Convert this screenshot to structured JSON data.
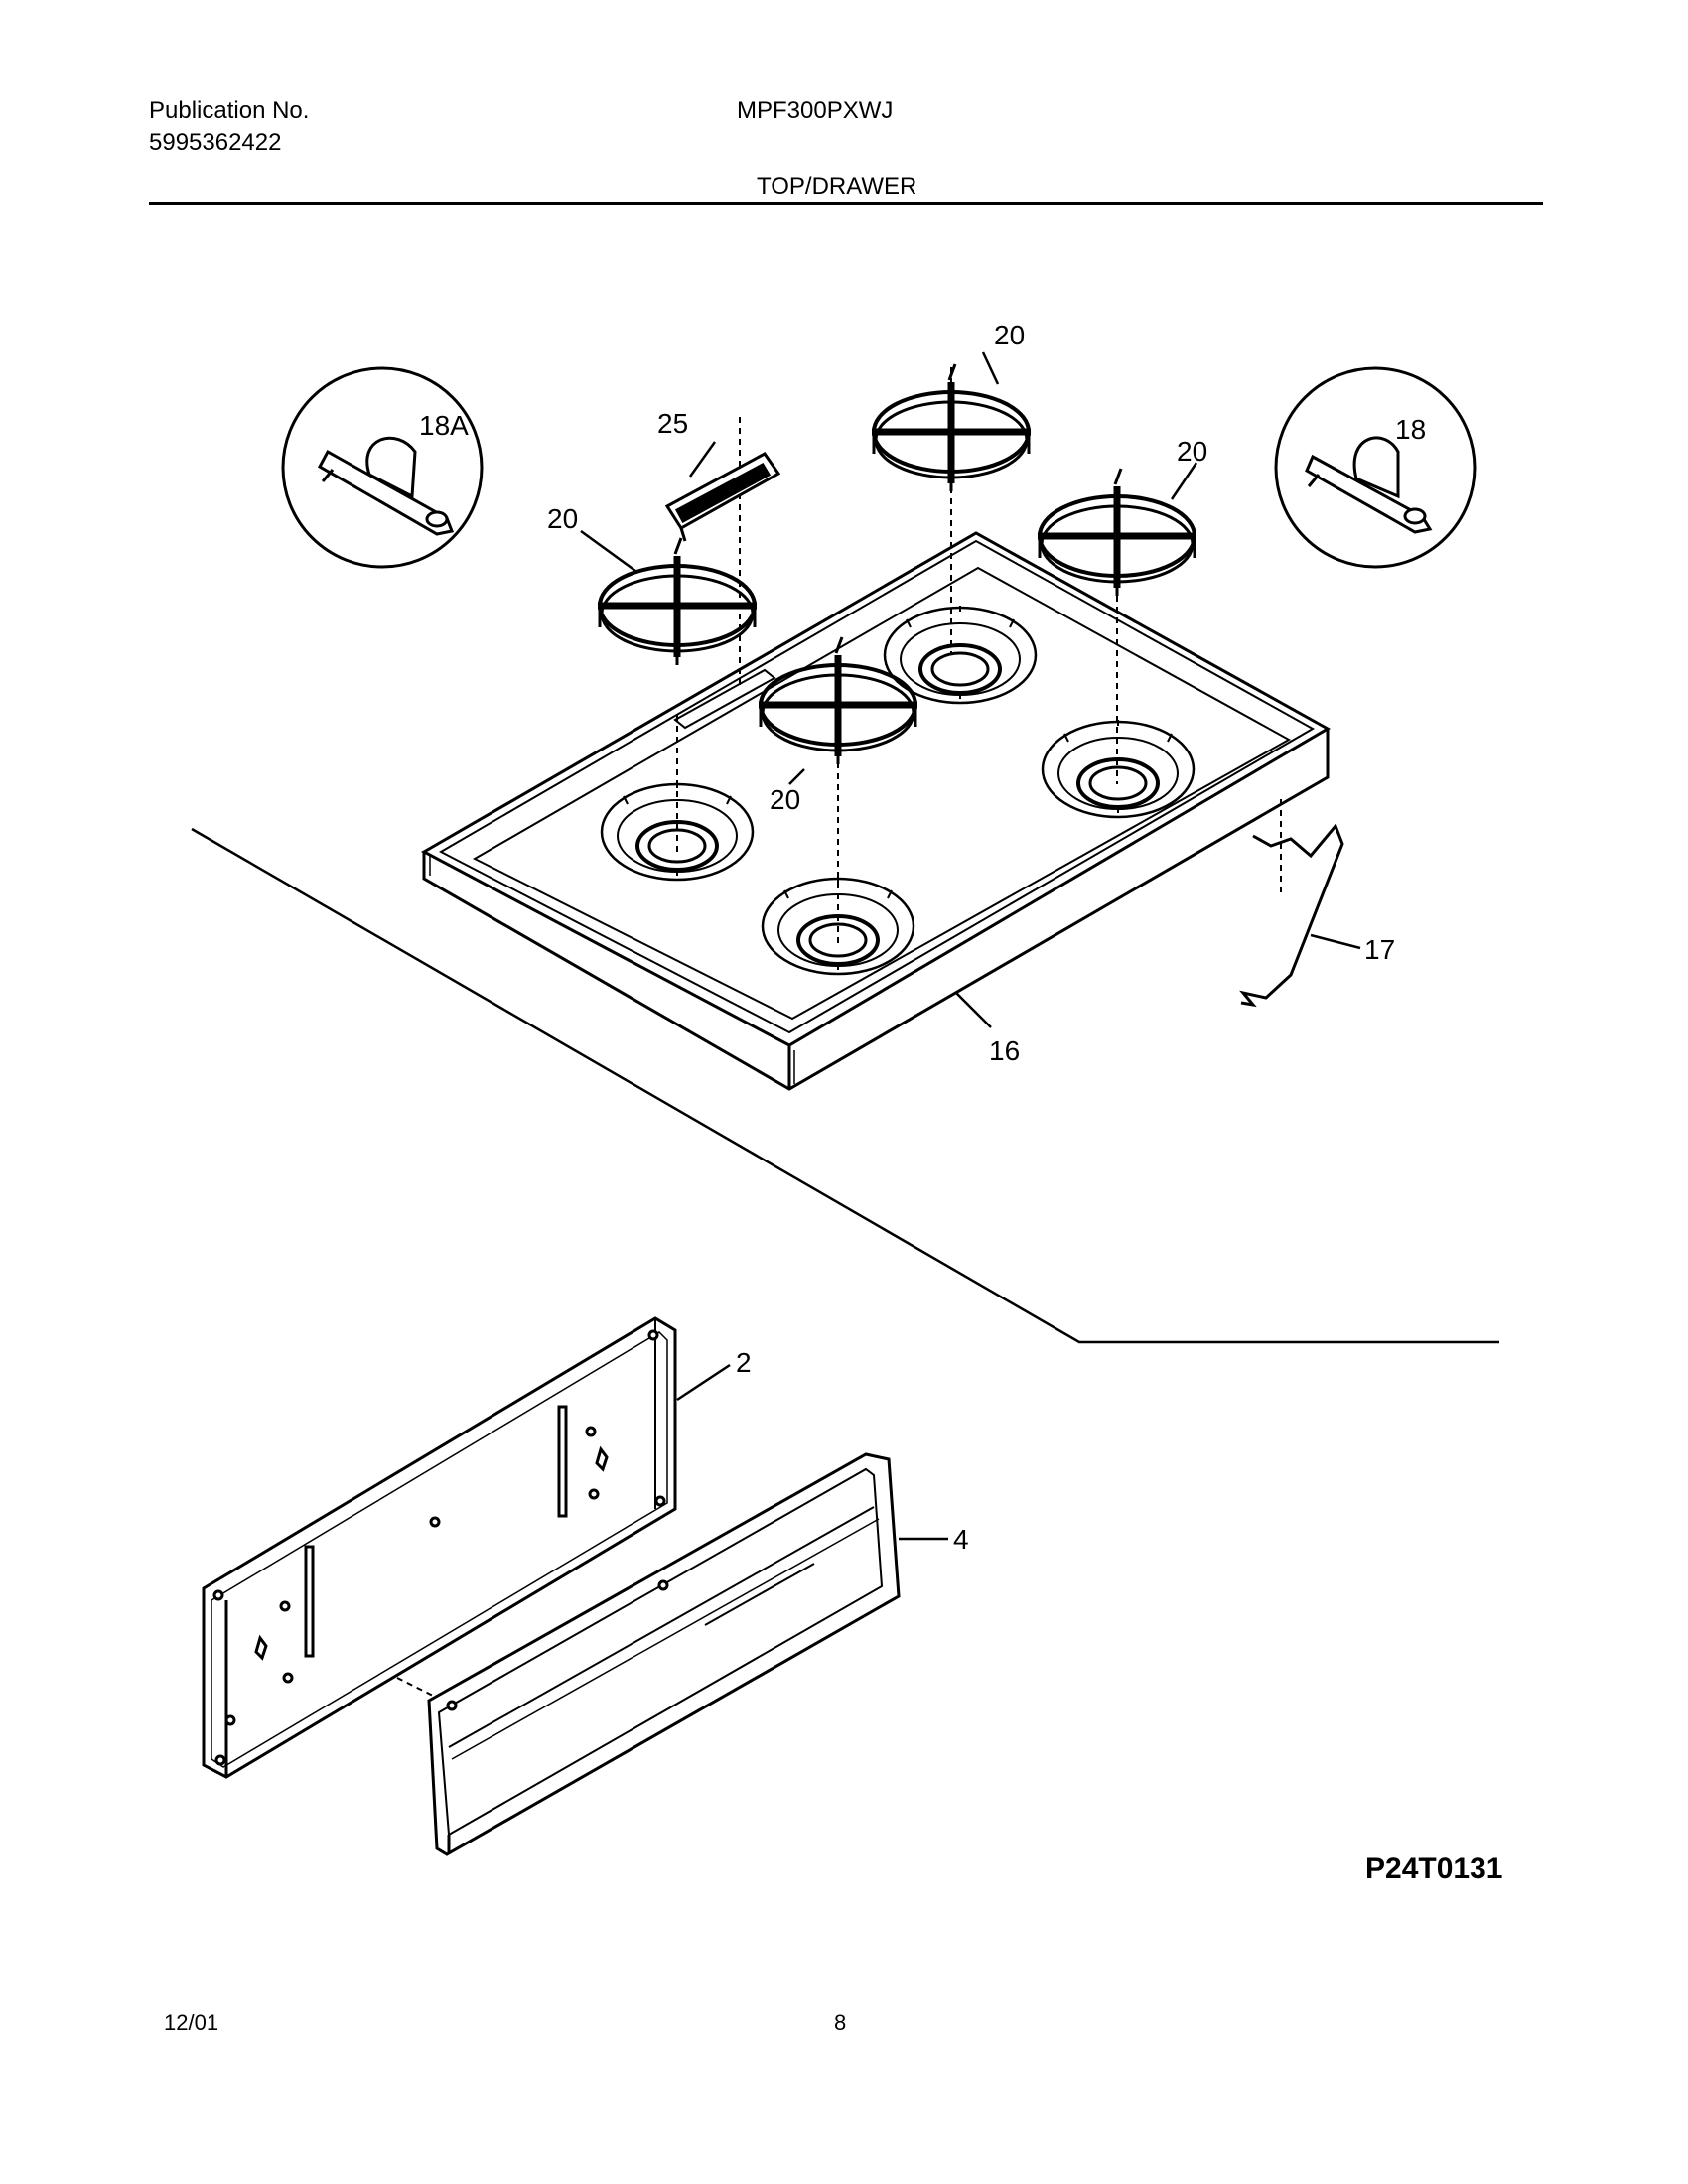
{
  "header": {
    "publication_label": "Publication No.",
    "publication_number": "5995362422",
    "model": "MPF300PXWJ",
    "section": "TOP/DRAWER"
  },
  "callouts": {
    "c2": "2",
    "c4": "4",
    "c16": "16",
    "c17": "17",
    "c18": "18",
    "c18a": "18A",
    "c20a": "20",
    "c20b": "20",
    "c20c": "20",
    "c20d": "20",
    "c25": "25"
  },
  "drawing_id": "P24T0131",
  "footer": {
    "date": "12/01",
    "page": "8"
  }
}
